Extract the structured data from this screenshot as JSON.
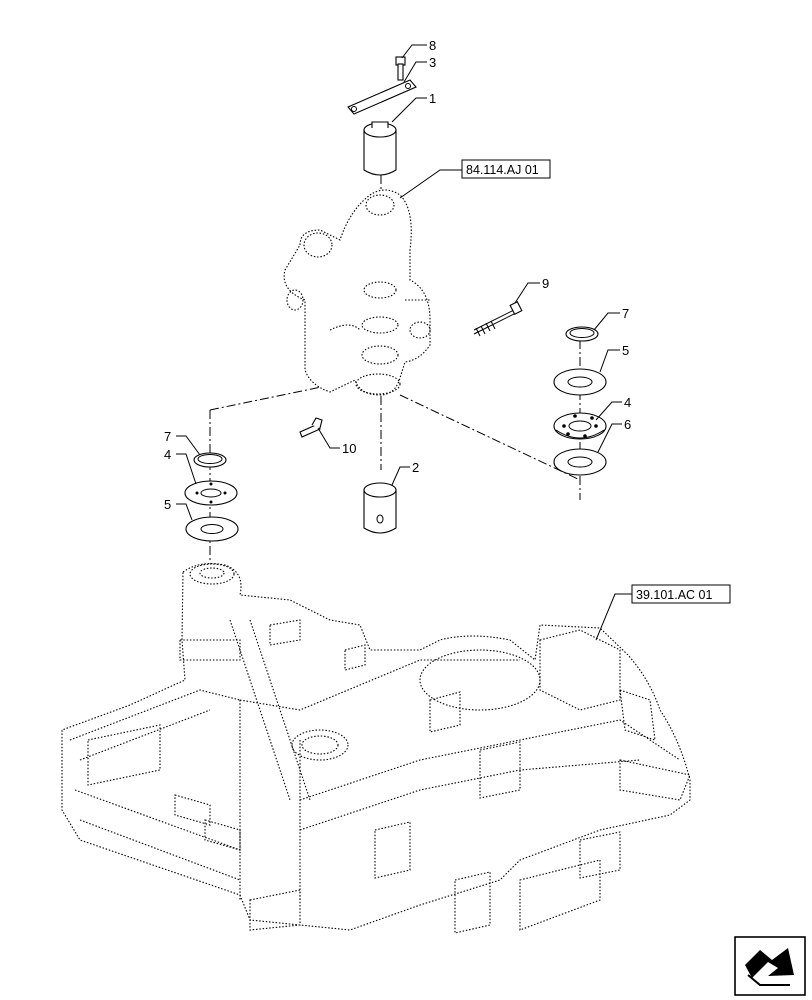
{
  "diagram": {
    "callouts": [
      "8",
      "3",
      "1",
      "9",
      "7",
      "5",
      "4",
      "6",
      "7",
      "4",
      "5",
      "10",
      "2"
    ],
    "references": [
      "84.114.AJ 01",
      "39.101.AC 01"
    ]
  },
  "nav": {
    "icon": "next-page-arrow-icon"
  }
}
